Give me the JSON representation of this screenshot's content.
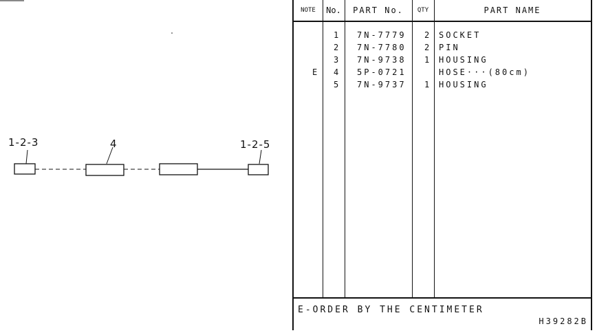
{
  "diagram": {
    "callouts": [
      "1-2-3",
      "4",
      "1-2-5"
    ]
  },
  "table": {
    "headers": {
      "note": "NOTE",
      "no": "No.",
      "part_no": "PART No.",
      "qty": "QTY",
      "part_name": "PART NAME"
    },
    "rows": [
      {
        "note": "",
        "no": "1",
        "part_no": "7N-7779",
        "qty": "2",
        "part_name": "SOCKET"
      },
      {
        "note": "",
        "no": "2",
        "part_no": "7N-7780",
        "qty": "2",
        "part_name": "PIN"
      },
      {
        "note": "",
        "no": "3",
        "part_no": "7N-9738",
        "qty": "1",
        "part_name": "HOUSING"
      },
      {
        "note": "E",
        "no": "4",
        "part_no": "5P-0721",
        "qty": "",
        "part_name": "HOSE···(80cm)"
      },
      {
        "note": "",
        "no": "5",
        "part_no": "7N-9737",
        "qty": "1",
        "part_name": "HOUSING"
      }
    ],
    "footnote": "E-ORDER BY THE CENTIMETER",
    "drawing_id": "H39282B"
  }
}
